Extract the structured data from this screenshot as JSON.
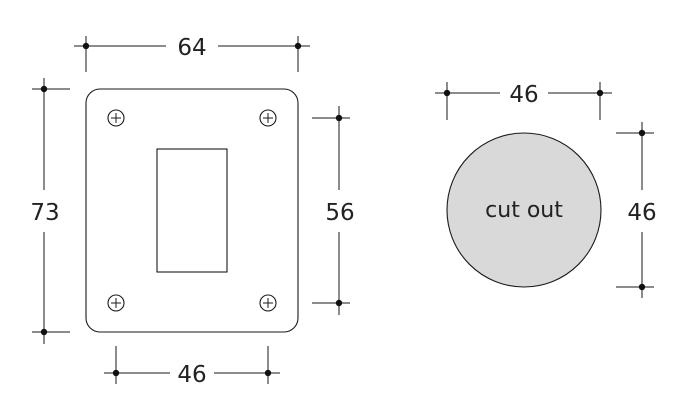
{
  "plate": {
    "width_label": "64",
    "height_label": "73",
    "hole_vertical_spacing_label": "56",
    "hole_horizontal_spacing_label": "46"
  },
  "cutout": {
    "label": "cut out",
    "width_label": "46",
    "height_label": "46",
    "fill_color": "#d9d9d9"
  },
  "icons": {
    "screw_hole": "crosshair-circle-icon"
  },
  "colors": {
    "line": "#1a1a1a",
    "text": "#222222"
  }
}
